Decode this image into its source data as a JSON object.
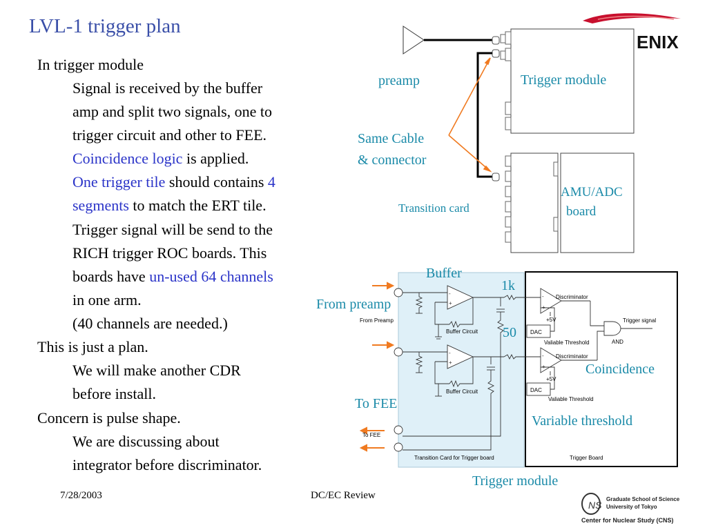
{
  "title": "LVL-1 trigger plan",
  "text": {
    "l1": "In trigger module",
    "l2": "Signal is received by the buffer",
    "l3": "amp and split two signals, one to",
    "l4": "trigger circuit and other to FEE.",
    "l5a": "Coincidence logic",
    "l5b": " is applied.",
    "l6a": "One trigger tile",
    "l6b": " should contains ",
    "l6c": "4",
    "l7a": "segments",
    "l7b": " to match the ERT tile.",
    "l8": "Trigger signal will be send to the",
    "l9": "RICH trigger ROC boards. This",
    "l10a": "boards have ",
    "l10b": "un-used 64 channels",
    "l11": "in one arm.",
    "l12": "(40 channels are needed.)",
    "l13": "This is just a plan.",
    "l14": "We will make another CDR",
    "l15": "before install.",
    "l16": "Concern is pulse shape.",
    "l17": "We are discussing about",
    "l18": "integrator before discriminator."
  },
  "top_diagram": {
    "preamp": "preamp",
    "trigger_module": "Trigger module",
    "same_cable_1": "Same Cable",
    "same_cable_2": "& connector",
    "amu_adc_1": "AMU/ADC",
    "amu_adc_2": "board",
    "transition_card": "Transition card"
  },
  "circuit": {
    "buffer": "Buffer",
    "r1k": "1k",
    "r50": "50",
    "from_preamp": "From preamp",
    "to_fee": "To FEE",
    "coincidence": "Coincidence",
    "variable_threshold": "Variable threshold",
    "trigger_module": "Trigger module",
    "small": {
      "from_preamp": "From Preamp",
      "buffer_circuit_1": "Buffer Circuit",
      "buffer_circuit_2": "Buffer Circuit",
      "discriminator_1": "Discriminator",
      "discriminator_2": "Discriminator",
      "plus5v_1": "+5V",
      "plus5v_2": "+5V",
      "dac_1": "DAC",
      "dac_2": "DAC",
      "valiable_1": "Valiable Threshold",
      "valiable_2": "Valiable Threshold",
      "trigger_signal": "Trigger signal",
      "and": "AND",
      "to_fee": "To FEE",
      "transition_card_label": "Transition Card  for Trigger board",
      "trigger_board": "Trigger Board"
    }
  },
  "footer": {
    "date": "7/28/2003",
    "center": "DC/EC Review"
  },
  "logos": {
    "phenix": "ENIX",
    "cns_mark": "NS",
    "cns_line1": "Graduate School of Science",
    "cns_line2": "University of Tokyo",
    "cns_line3": "Center for Nuclear Study (CNS)"
  },
  "colors": {
    "title": "#3a4fa8",
    "highlight": "#2a33c8",
    "diagram_label": "#1a8aa8",
    "arrow": "#f07a20",
    "transition_fill": "#dff0f8"
  }
}
